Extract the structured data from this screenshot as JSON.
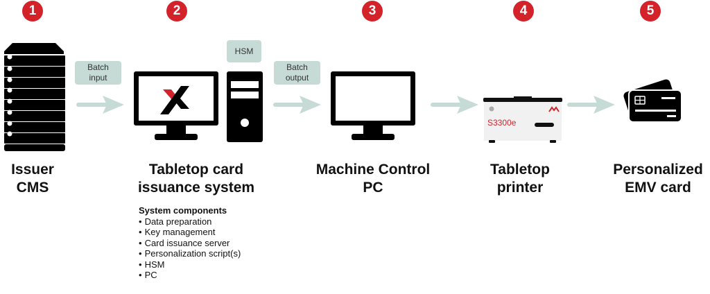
{
  "steps": [
    {
      "number": "1",
      "label_line1": "Issuer",
      "label_line2": "CMS"
    },
    {
      "number": "2",
      "label_line1": "Tabletop card",
      "label_line2": "issuance system"
    },
    {
      "number": "3",
      "label_line1": "Machine Control",
      "label_line2": "PC"
    },
    {
      "number": "4",
      "label_line1": "Tabletop",
      "label_line2": "printer"
    },
    {
      "number": "5",
      "label_line1": "Personalized",
      "label_line2": "EMV card"
    }
  ],
  "tags": {
    "batch_input_line1": "Batch",
    "batch_input_line2": "input",
    "hsm": "HSM",
    "batch_output_line1": "Batch",
    "batch_output_line2": "output"
  },
  "printer_model": "S3300e",
  "components": {
    "title": "System components",
    "items": [
      "Data preparation",
      "Key management",
      "Card issuance server",
      "Personalization script(s)",
      "HSM",
      "PC"
    ]
  },
  "colors": {
    "badge": "#d3222a",
    "arrow": "#c7dbd6",
    "accent": "#d3222a"
  }
}
